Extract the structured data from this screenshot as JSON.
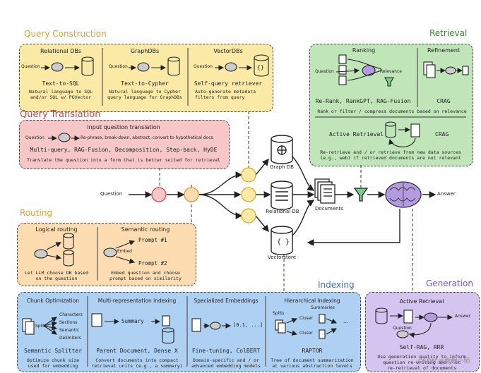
{
  "query_construction": {
    "title": "Query Construction",
    "relational": {
      "header": "Relational DBs",
      "question": "Question",
      "method": "Text-to-SQL",
      "desc1": "Natural language to SQL",
      "desc2": "and/or SQL w/ PGVector"
    },
    "graph": {
      "header": "GraphDBs",
      "question": "Question",
      "method": "Text-to-Cypher",
      "desc1": "Natural language to Cypher",
      "desc2": "query language for GraphDBs"
    },
    "vector": {
      "header": "VectorDBs",
      "question": "Question",
      "method": "Self-query retriever",
      "desc1": "Auto-generate metadata",
      "desc2": "filters from query"
    }
  },
  "query_translation": {
    "title": "Query Translation",
    "header": "Input question translation",
    "question": "Question",
    "flow_text": "Re-phrase, break-down, abstract, convert to hypothetical docs",
    "methods": "Multi-query, RAG-Fusion, Decomposition, Step-back, HyDE",
    "desc": "Translate the question into a form that is better suited for retrieval"
  },
  "routing": {
    "title": "Routing",
    "logical": {
      "header": "Logical routing",
      "desc1": "Let LLM choose DB based",
      "desc2": "on the question"
    },
    "semantic": {
      "header": "Semantic routing",
      "prompt1": "Prompt #1",
      "embed": "Embed",
      "prompt2": "Prompt #2",
      "desc1": "Embed question and choose",
      "desc2": "prompt based on similarity"
    }
  },
  "retrieval": {
    "title": "Retrieval",
    "ranking": {
      "header": "Ranking",
      "question": "Question",
      "relevance": "Relevance",
      "methods": "Re-Rank, RankGPT, RAG-Fusion"
    },
    "refinement": {
      "header": "Refinement",
      "method": "CRAG"
    },
    "desc": "Rank or filter / compress documents based on relevance",
    "active": {
      "header": "Active Retrieval",
      "method": "CRAG",
      "desc1": "Re-retrieve and / or retrieve from new data sources",
      "desc2": "(e.g., web) if retrieved documents are not relevant"
    }
  },
  "main_flow": {
    "question": "Question",
    "graph_db": "Graph DB",
    "relational_db": "Relational DB",
    "vectorstore": "Vectorstore",
    "documents": "Documents",
    "answer": "Answer"
  },
  "indexing": {
    "title": "Indexing",
    "chunk": {
      "header": "Chunk Optimization",
      "split": "Split",
      "items": [
        "Characters",
        "Sections",
        "Semantic",
        "Delimiters"
      ],
      "method": "Semantic Splitter",
      "desc1": "Optimize chunk size",
      "desc2": "used for embedding"
    },
    "multirep": {
      "header": "Multi-representation indexing",
      "summary": "Summary",
      "method": "Parent Document, Dense X",
      "desc1": "Convert documents into compact",
      "desc2": "retrieval units (e.g., a summary)"
    },
    "embed": {
      "header": "Specialized Embeddings",
      "vector": "[0.1, ...]",
      "method": "Fine-tuning, ColBERT",
      "desc1": "Domain-specific and / or",
      "desc2": "advanced embedding models"
    },
    "hier": {
      "header": "Hierarchical Indexing",
      "splits": "Splits",
      "summaries": "Summaries",
      "cluster": "Cluser",
      "ellipsis": "...",
      "method": "RAPTOR",
      "desc1": "Tree of document summarization",
      "desc2": "at various abstraction levels"
    }
  },
  "generation": {
    "title": "Generation",
    "header": "Active Retrieval",
    "question": "Question",
    "answer": "Answer",
    "method": "Self-RAG, RRR",
    "desc1": "Use generation quality to inform",
    "desc2": "question re-writing and / or",
    "desc3": "re-retrieval of documents"
  },
  "watermark": "CSDN @数据小师",
  "colors": {
    "yellow": "#fbe9a6",
    "pink": "#f7c6c7",
    "orange": "#fcdcb0",
    "green": "#bfe5b8",
    "blue": "#aed0f2",
    "purple": "#d4c4f0",
    "title_orange": "#e3a021",
    "title_red": "#d2453a",
    "title_green": "#3a8a3a",
    "title_blue": "#3d6fb3",
    "title_purple": "#7b52c4"
  }
}
